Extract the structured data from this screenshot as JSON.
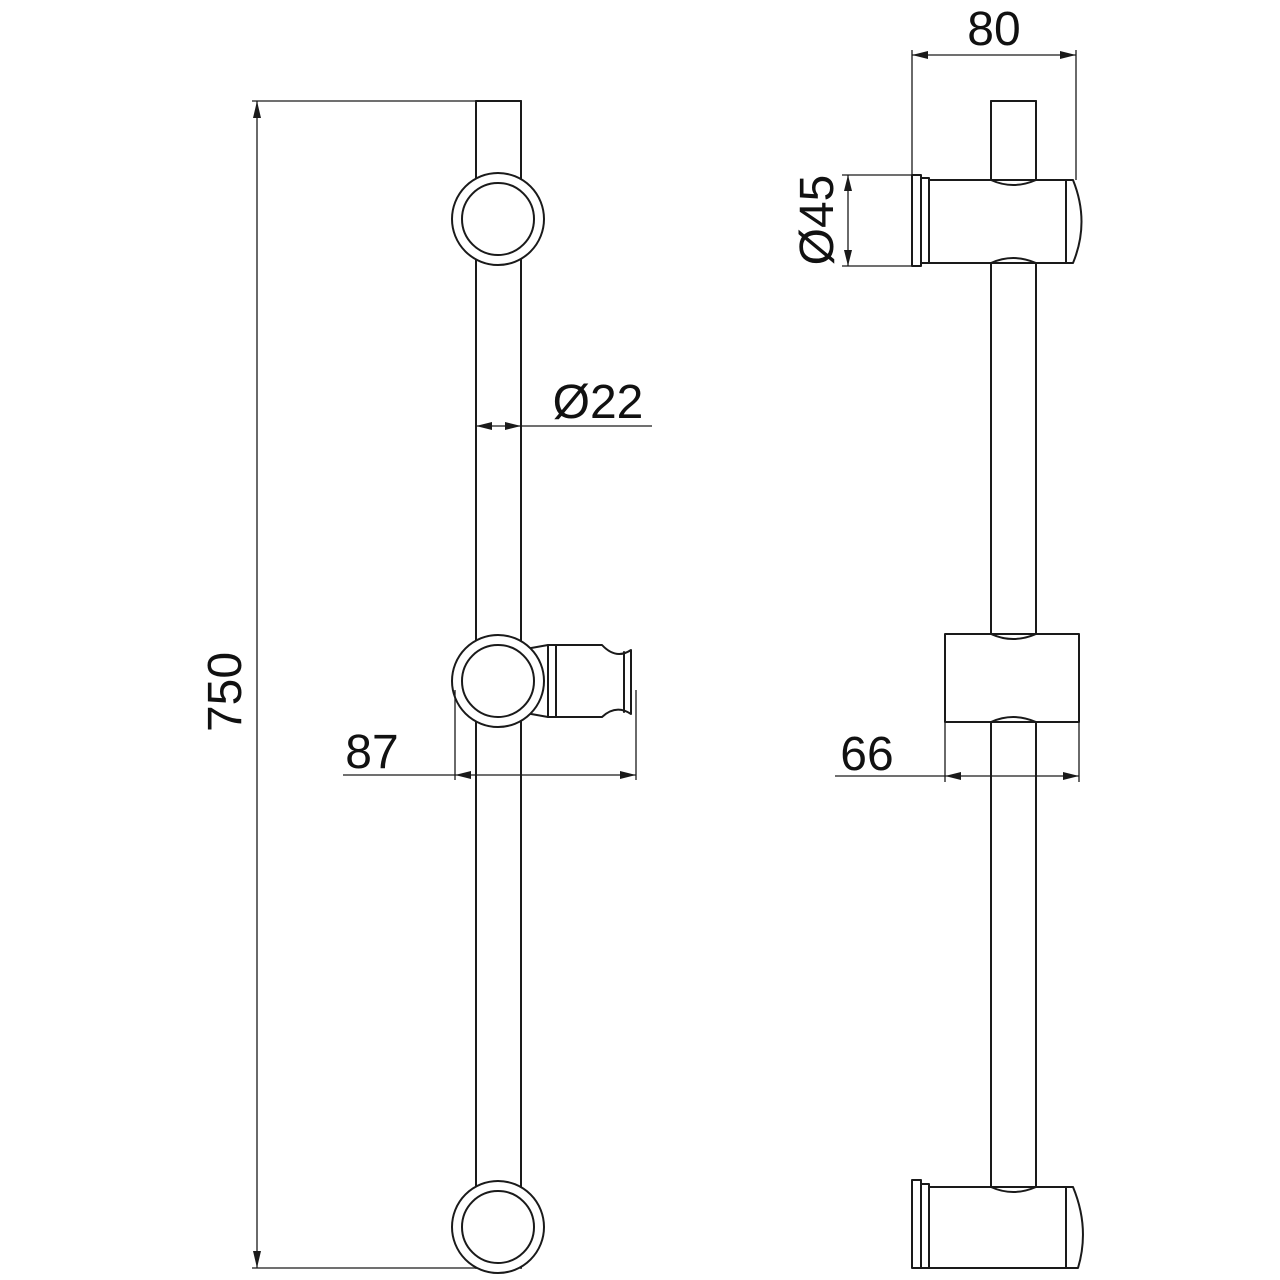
{
  "drawing": {
    "front_view": {
      "height_dim": "750",
      "rail_diameter_dim": "Ø22",
      "projection_dim": "87"
    },
    "side_view": {
      "depth_dim": "80",
      "bracket_diameter_dim": "Ø45",
      "slider_depth_dim": "66"
    },
    "colors": {
      "line": "#1a1a1a",
      "background": "#ffffff"
    }
  }
}
